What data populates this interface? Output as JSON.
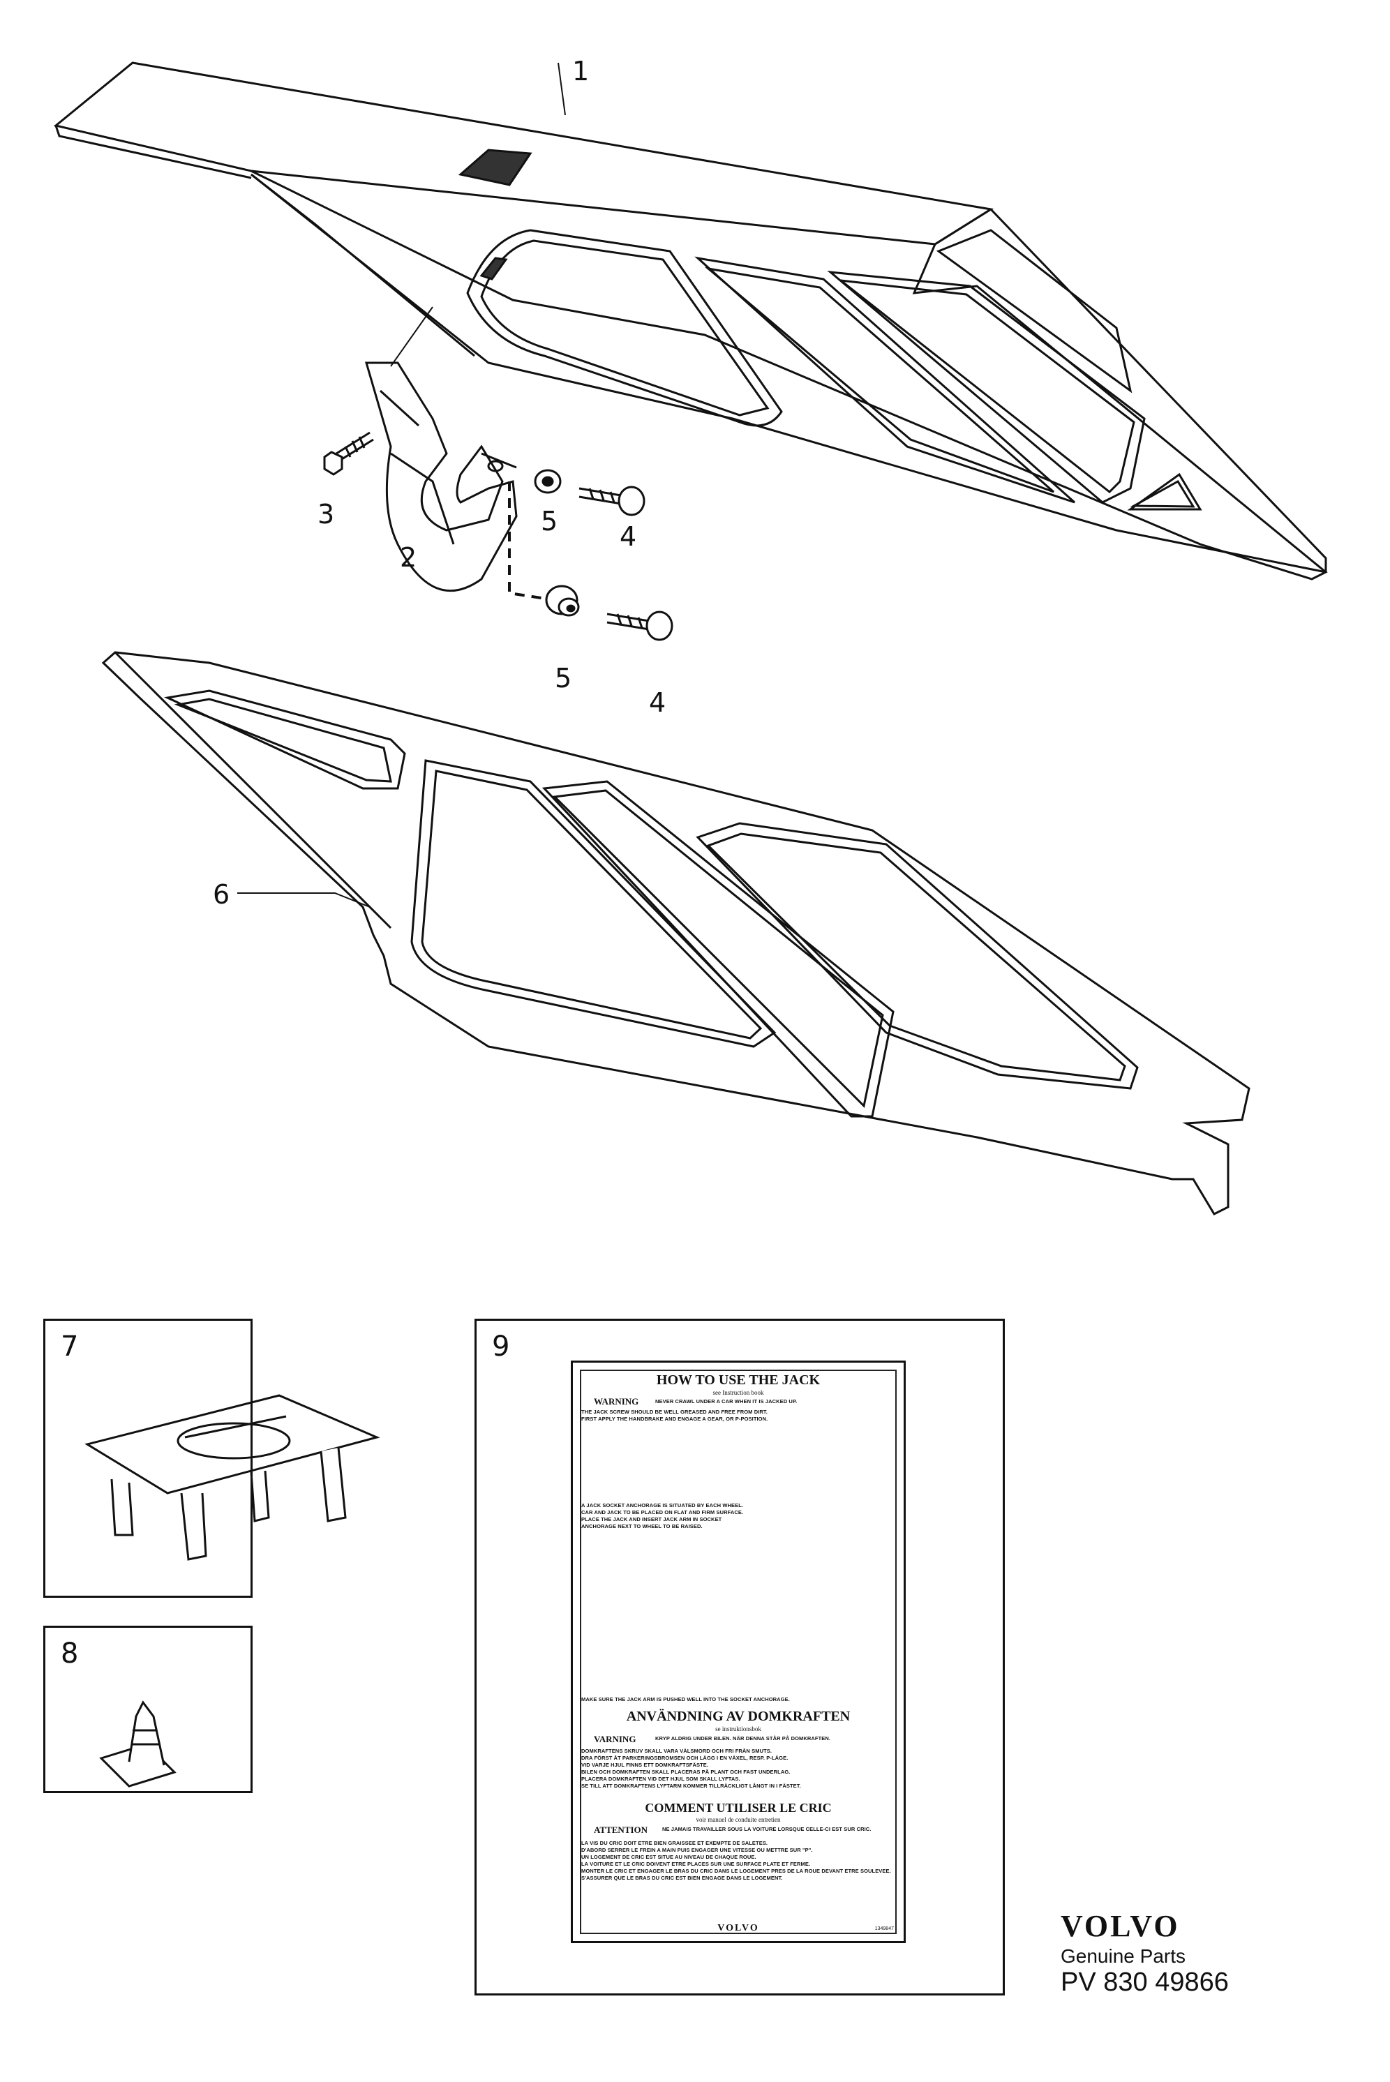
{
  "callouts": {
    "c1": "1",
    "c2": "2",
    "c3": "3",
    "c4a": "4",
    "c4b": "4",
    "c5a": "5",
    "c5b": "5",
    "c6": "6"
  },
  "boxes": {
    "b7": "7",
    "b8": "8",
    "b9": "9"
  },
  "jack_label": {
    "title_en": "HOW TO USE THE JACK",
    "sub_en": "see Instruction book",
    "warning_en": "WARNING",
    "warning_en_text": "NEVER CRAWL UNDER A CAR WHEN IT IS JACKED UP.",
    "steps_en_a": [
      "THE JACK SCREW SHOULD BE WELL GREASED AND FREE FROM DIRT.",
      "FIRST APPLY THE HANDBRAKE AND ENGAGE A GEAR, OR P-POSITION."
    ],
    "steps_en_b": [
      "A JACK SOCKET ANCHORAGE IS SITUATED BY EACH WHEEL.",
      "CAR AND JACK TO BE PLACED ON FLAT AND FIRM SURFACE.",
      "PLACE THE JACK AND INSERT JACK ARM IN SOCKET",
      "ANCHORAGE NEXT TO WHEEL TO BE RAISED."
    ],
    "step_en_c": "MAKE SURE THE JACK ARM IS PUSHED WELL INTO THE SOCKET ANCHORAGE.",
    "title_sv": "ANVÄNDNING AV DOMKRAFTEN",
    "sub_sv": "se instruktionsbok",
    "warning_sv": "VARNING",
    "warning_sv_text": "KRYP ALDRIG UNDER BILEN. NÄR DENNA STÅR PÅ DOMKRAFTEN.",
    "steps_sv": [
      "DOMKRAFTENS SKRUV SKALL VARA VÄLSMORD OCH FRI FRÅN SMUTS.",
      "DRA FÖRST ÅT PARKERINGSBROMSEN OCH LÄGG I EN VÄXEL, RESP. P-LÄGE.",
      "VID VARJE HJUL FINNS ETT DOMKRAFTSFÄSTE.",
      "BILEN OCH DOMKRAFTEN SKALL PLACERAS PÅ PLANT OCH FAST UNDERLAG.",
      "PLACERA DOMKRAFTEN VID DET HJUL SOM SKALL LYFTAS.",
      "SE TILL ATT DOMKRAFTENS LYFTARM KOMMER TILLRÄCKLIGT LÅNGT IN I FÄSTET."
    ],
    "title_fr": "COMMENT UTILISER LE CRIC",
    "sub_fr": "voir manuel de conduite entretien",
    "warning_fr": "ATTENTION",
    "warning_fr_text": "NE JAMAIS TRAVAILLER SOUS LA VOITURE LORSQUE CELLE-CI EST SUR CRIC.",
    "steps_fr": [
      "LA VIS DU CRIC DOIT ETRE BIEN GRAISSEE ET EXEMPTE DE SALETES.",
      "D'ABORD SERRER LE FREIN A MAIN PUIS ENGAGER UNE VITESSE OU METTRE SUR \"P\".",
      "UN LOGEMENT DE CRIC EST SITUE AU NIVEAU DE CHAQUE ROUE.",
      "LA VOITURE ET LE CRIC DOIVENT ETRE PLACES SUR UNE SURFACE PLATE ET FERME.",
      "MONTER LE CRIC ET ENGAGER LE BRAS DU CRIC DANS LE LOGEMENT PRES DE LA ROUE DEVANT ETRE SOULEVEE.",
      "S'ASSURER QUE LE BRAS DU CRIC EST BIEN ENGAGE DANS LE LOGEMENT."
    ],
    "footer": "VOLVO",
    "code": "1349847"
  },
  "brand": {
    "logo": "VOLVO",
    "tagline": "Genuine Parts",
    "code": "PV 830 49866"
  }
}
